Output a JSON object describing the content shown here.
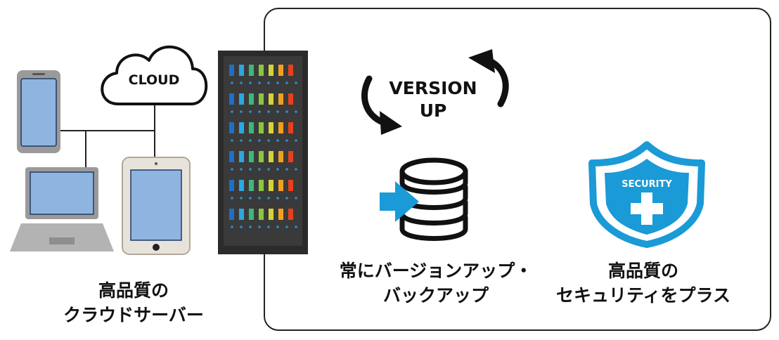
{
  "diagram": {
    "cloud_label": "CLOUD",
    "version_up": {
      "line1": "VERSION",
      "line2": "UP"
    },
    "security_badge": "SECURITY",
    "captions": {
      "left": {
        "line1": "高品質の",
        "line2": "クラウドサーバー"
      },
      "backup": {
        "line1": "常にバージョンアップ・",
        "line2": "バックアップ"
      },
      "security": {
        "line1": "高品質の",
        "line2": "セキュリティをプラス"
      }
    },
    "icons": [
      "smartphone-icon",
      "laptop-icon",
      "tablet-icon",
      "cloud-icon",
      "server-rack-icon",
      "refresh-arrows-icon",
      "database-icon",
      "arrow-right-icon",
      "shield-icon",
      "plus-icon"
    ],
    "colors": {
      "accent_blue": "#1a9ad6",
      "device_screen": "#8fb4e0",
      "server_body": "#2b2b2b",
      "led_colors": [
        "#1f6fc8",
        "#2aa8e0",
        "#3cb878",
        "#8cc63f",
        "#d4d43a",
        "#f0a020",
        "#e8401c"
      ]
    }
  }
}
